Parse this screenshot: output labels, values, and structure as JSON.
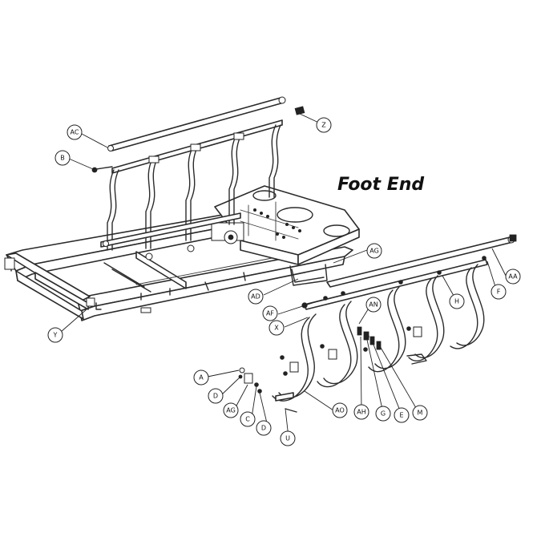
{
  "title": "Foot End",
  "callouts": [
    {
      "id": "ac",
      "label": "AC"
    },
    {
      "id": "b",
      "label": "B"
    },
    {
      "id": "z",
      "label": "Z"
    },
    {
      "id": "ag-top",
      "label": "AG"
    },
    {
      "id": "aa",
      "label": "AA"
    },
    {
      "id": "f",
      "label": "F"
    },
    {
      "id": "h",
      "label": "H"
    },
    {
      "id": "ad",
      "label": "AD"
    },
    {
      "id": "af",
      "label": "AF"
    },
    {
      "id": "x",
      "label": "X"
    },
    {
      "id": "an",
      "label": "AN"
    },
    {
      "id": "y",
      "label": "Y"
    },
    {
      "id": "a",
      "label": "A"
    },
    {
      "id": "d-1",
      "label": "D"
    },
    {
      "id": "ag-bottom",
      "label": "AG"
    },
    {
      "id": "c",
      "label": "C"
    },
    {
      "id": "d-2",
      "label": "D"
    },
    {
      "id": "u",
      "label": "U"
    },
    {
      "id": "ao",
      "label": "AO"
    },
    {
      "id": "ah",
      "label": "AH"
    },
    {
      "id": "g",
      "label": "G"
    },
    {
      "id": "e",
      "label": "E"
    },
    {
      "id": "m",
      "label": "M"
    }
  ]
}
